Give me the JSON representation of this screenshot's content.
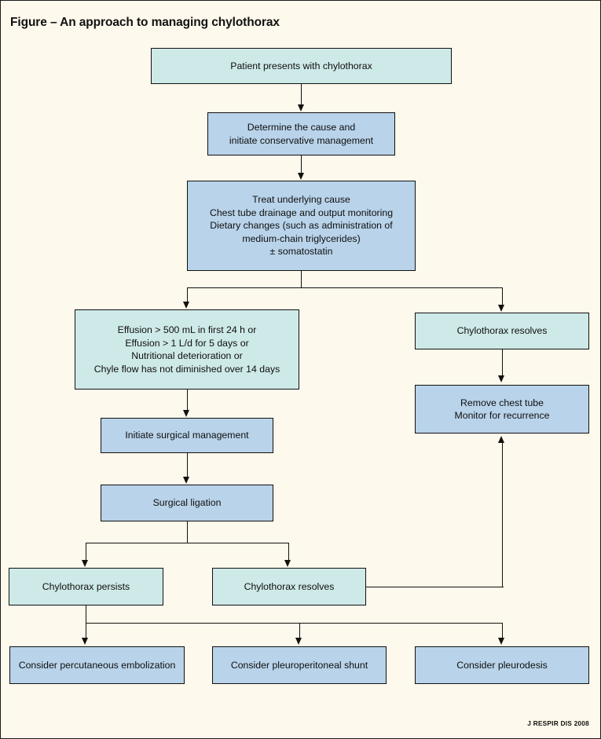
{
  "figure": {
    "title": "Figure – An approach to managing chylothorax",
    "credit": "J RESPIR DIS 2008",
    "colors": {
      "background": "#fdf9ec",
      "node_cyan": "#cde9e8",
      "node_blue": "#b8d3ea",
      "stroke": "#12110f",
      "text": "#100f0d"
    }
  },
  "chart_data": {
    "type": "diagram",
    "title": "Figure – An approach to managing chylothorax",
    "nodes": [
      {
        "id": "presents",
        "label": "Patient presents with chylothorax",
        "fill": "#cde9e8"
      },
      {
        "id": "determine",
        "label": "Determine the cause and\ninitiate conservative management",
        "fill": "#b8d3ea"
      },
      {
        "id": "treat",
        "label": "Treat underlying cause\nChest tube drainage and output monitoring\nDietary changes (such as administration of\nmedium-chain triglycerides)\n± somatostatin",
        "fill": "#b8d3ea"
      },
      {
        "id": "criteria",
        "label": "Effusion > 500 mL in first 24 h or\nEffusion > 1 L/d for 5 days or\nNutritional deterioration or\nChyle flow has not diminished over 14 days",
        "fill": "#cde9e8"
      },
      {
        "id": "resolves1",
        "label": "Chylothorax resolves",
        "fill": "#cde9e8"
      },
      {
        "id": "remove",
        "label": "Remove chest tube\nMonitor for recurrence",
        "fill": "#b8d3ea"
      },
      {
        "id": "initiate",
        "label": "Initiate surgical management",
        "fill": "#b8d3ea"
      },
      {
        "id": "ligation",
        "label": "Surgical ligation",
        "fill": "#b8d3ea"
      },
      {
        "id": "persists",
        "label": "Chylothorax persists",
        "fill": "#cde9e8"
      },
      {
        "id": "resolves2",
        "label": "Chylothorax resolves",
        "fill": "#cde9e8"
      },
      {
        "id": "embolize",
        "label": "Consider percutaneous embolization",
        "fill": "#b8d3ea"
      },
      {
        "id": "shunt",
        "label": "Consider pleuroperitoneal shunt",
        "fill": "#b8d3ea"
      },
      {
        "id": "pleurodesis",
        "label": "Consider pleurodesis",
        "fill": "#b8d3ea"
      }
    ],
    "edges": [
      {
        "from": "presents",
        "to": "determine"
      },
      {
        "from": "determine",
        "to": "treat"
      },
      {
        "from": "treat",
        "to": "criteria"
      },
      {
        "from": "treat",
        "to": "resolves1"
      },
      {
        "from": "resolves1",
        "to": "remove"
      },
      {
        "from": "criteria",
        "to": "initiate"
      },
      {
        "from": "initiate",
        "to": "ligation"
      },
      {
        "from": "ligation",
        "to": "persists"
      },
      {
        "from": "ligation",
        "to": "resolves2"
      },
      {
        "from": "resolves2",
        "to": "remove"
      },
      {
        "from": "persists",
        "to": "embolize"
      },
      {
        "from": "persists",
        "to": "shunt"
      },
      {
        "from": "persists",
        "to": "pleurodesis"
      }
    ]
  }
}
